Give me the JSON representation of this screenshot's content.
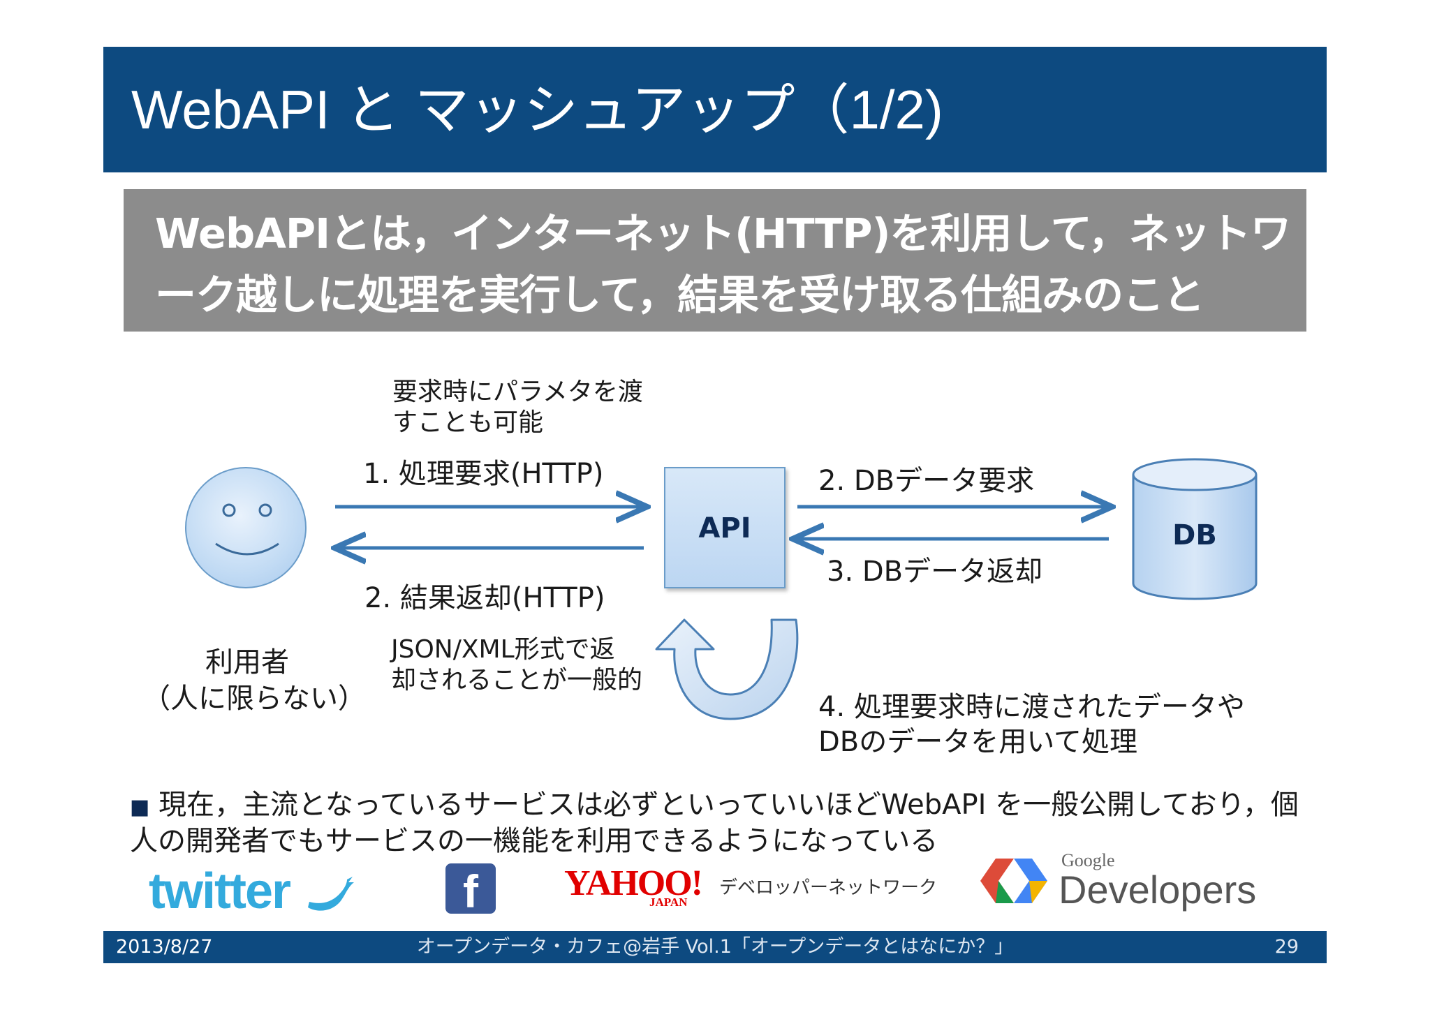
{
  "title": "WebAPI と マッシュアップ（1/2)",
  "definition": {
    "line1": "WebAPIとは，インターネット(HTTP)を利用して，ネットワ",
    "line2": "ーク越しに処理を実行して，結果を受け取る仕組みのこと"
  },
  "diagram": {
    "note_params": [
      "要求時にパラメタを渡",
      "すことも可能"
    ],
    "step1": "1. 処理要求(HTTP)",
    "step2_result": "2. 結果返却(HTTP)",
    "step2_db": "2. DBデータ要求",
    "step3": "3. DBデータ返却",
    "api_label": "API",
    "db_label": "DB",
    "user_label": [
      "利用者",
      "（人に限らない）"
    ],
    "format_note": [
      "JSON/XML形式で返",
      "却されることが一般的"
    ],
    "step4": [
      "4.  処理要求時に渡されたデータや",
      "DBのデータを用いて処理"
    ]
  },
  "bullet": {
    "marker": "■",
    "line1": "現在，主流となっているサービスは必ずといっていいほどWebAPI を一般公開しており，個",
    "line2": "人の開発者でもサービスの一機能を利用できるようになっている"
  },
  "logos": {
    "twitter": "twitter",
    "facebook": "f",
    "yahoo": "YAHOO!",
    "yahoo_sub": "JAPAN",
    "yahoo_dev": "デベロッパーネットワーク",
    "google_small": "Google",
    "google_dev": "Developers"
  },
  "footer": {
    "date": "2013/8/27",
    "center": "オープンデータ・カフェ@岩手 Vol.1「オープンデータとはなにか？」",
    "page": "29"
  },
  "colors": {
    "title_bar": "#0d4a80",
    "definition_box": "#8c8c8c",
    "arrow": "#3a78b3",
    "shape_fill": "#c8ddf4"
  }
}
